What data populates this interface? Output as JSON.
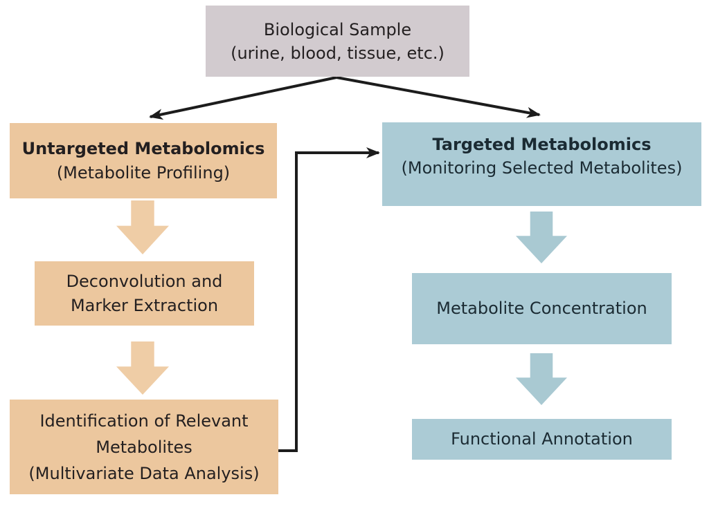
{
  "colors": {
    "canvas_bg": "#FFFFFF",
    "gray_box_bg": "#D2CBCF",
    "orange_box_bg": "#ECC79E",
    "orange_arrow": "#EFCDA6",
    "blue_box_bg": "#ABCBD5",
    "blue_arrow": "#A9C9D2",
    "connector": "#1C1C1C",
    "text": "#231F20",
    "text_blue_box": "#1B2B33"
  },
  "boxes": {
    "biological_sample": {
      "line1": "Biological Sample",
      "line2": "(urine, blood, tissue, etc.)"
    },
    "untargeted": {
      "title": "Untargeted Metabolomics",
      "subtitle": "(Metabolite Profiling)"
    },
    "targeted": {
      "title": "Targeted Metabolomics",
      "subtitle": "(Monitoring Selected Metabolites)"
    },
    "deconvolution": {
      "line1": "Deconvolution and",
      "line2": "Marker Extraction"
    },
    "identification": {
      "line1": "Identification of Relevant",
      "line2": "Metabolites",
      "line3": "(Multivariate Data Analysis)"
    },
    "metabolite_concentration": {
      "label": "Metabolite Concentration"
    },
    "functional_annotation": {
      "label": "Functional Annotation"
    }
  }
}
